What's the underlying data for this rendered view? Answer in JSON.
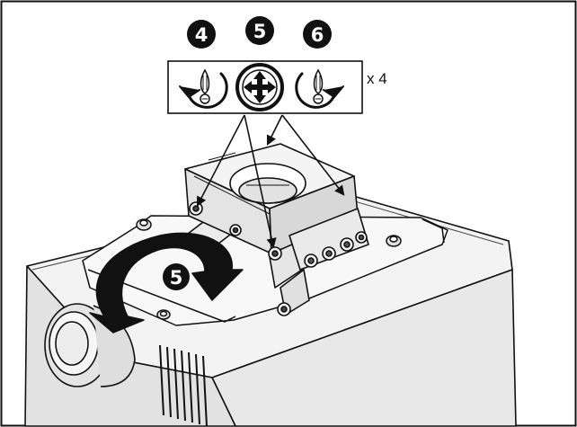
{
  "diagram": {
    "steps": {
      "step_4": "4",
      "step_5": "5",
      "step_6": "6",
      "step_5_rotation": "5"
    },
    "multiplier": "x 4",
    "icons": {
      "counterclockwise": "counterclockwise-loosen-screw-icon",
      "adjust": "four-way-move-icon",
      "clockwise": "clockwise-tighten-screw-icon"
    },
    "colors": {
      "line": "#111111",
      "body_light": "#f3f3f3",
      "body_mid": "#e6e6e6",
      "body_dark": "#d4d4d4",
      "badge": "#111111"
    }
  }
}
